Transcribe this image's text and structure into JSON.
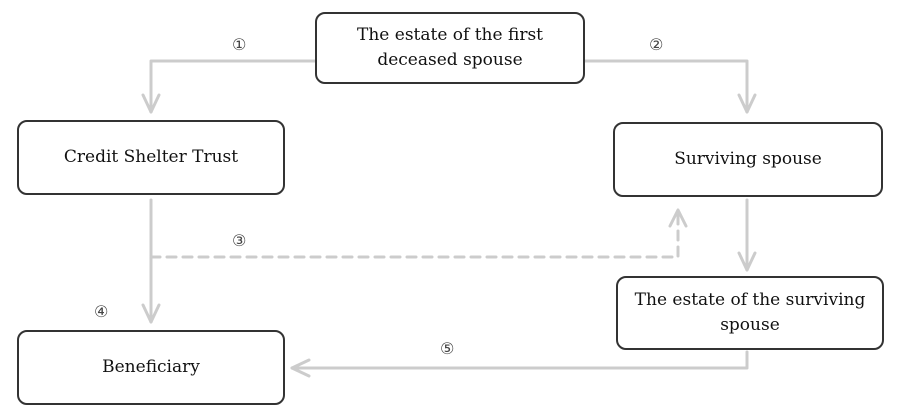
{
  "nodes": {
    "first_estate": "The estate of the first deceased spouse",
    "credit_shelter_trust": "Credit Shelter Trust",
    "surviving_spouse": "Surviving spouse",
    "surviving_estate": "The estate of the surviving spouse",
    "beneficiary": "Beneficiary"
  },
  "edge_labels": {
    "e1": "①",
    "e2": "②",
    "e3": "③",
    "e4": "④",
    "e5": "⑤"
  },
  "colors": {
    "arrow": "#cccccc",
    "box_border": "#333333"
  }
}
